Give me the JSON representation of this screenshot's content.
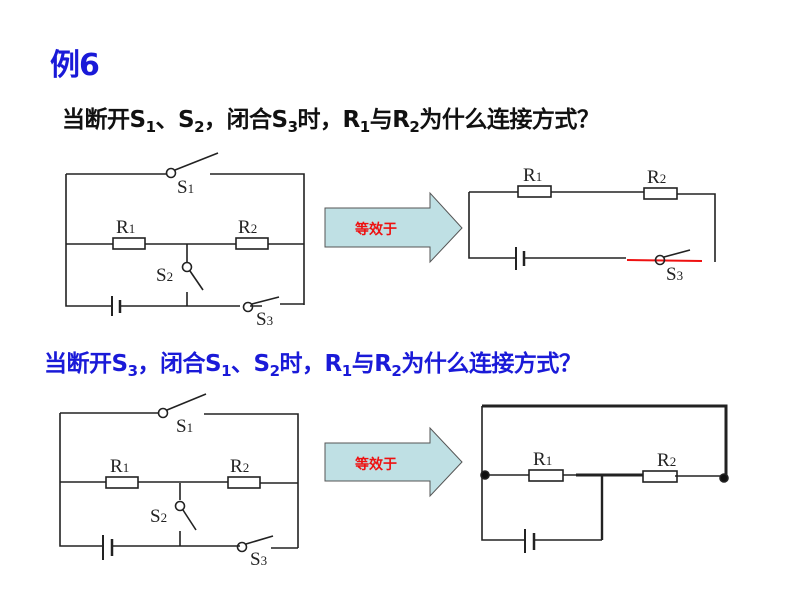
{
  "title": "例6",
  "question1": {
    "p1": "当断开S",
    "s1": "1",
    "p2": "、S",
    "s2": "2",
    "p3": "，闭合S",
    "s3": "3",
    "p4": "时，R",
    "r1": "1",
    "p5": "与R",
    "r2": "2",
    "p6": "为什么连接方式？"
  },
  "question2": {
    "p1": "当断开S",
    "s1": "3",
    "p2": "，闭合S",
    "s2": "1",
    "p3": "、S",
    "s3": "2",
    "p4": "时，R",
    "r1": "1",
    "p5": "与R",
    "r2": "2",
    "p6": "为什么连接方式？"
  },
  "arrow_label": "等效于",
  "labels": {
    "R": "R",
    "S": "S",
    "one": "1",
    "two": "2",
    "three": "3"
  },
  "colors": {
    "title": "#1a1ad8",
    "question2": "#1a1ad8",
    "arrow_fill": "#bfe0e4",
    "arrow_text": "#ee1111",
    "highlight": "#ee1111"
  }
}
